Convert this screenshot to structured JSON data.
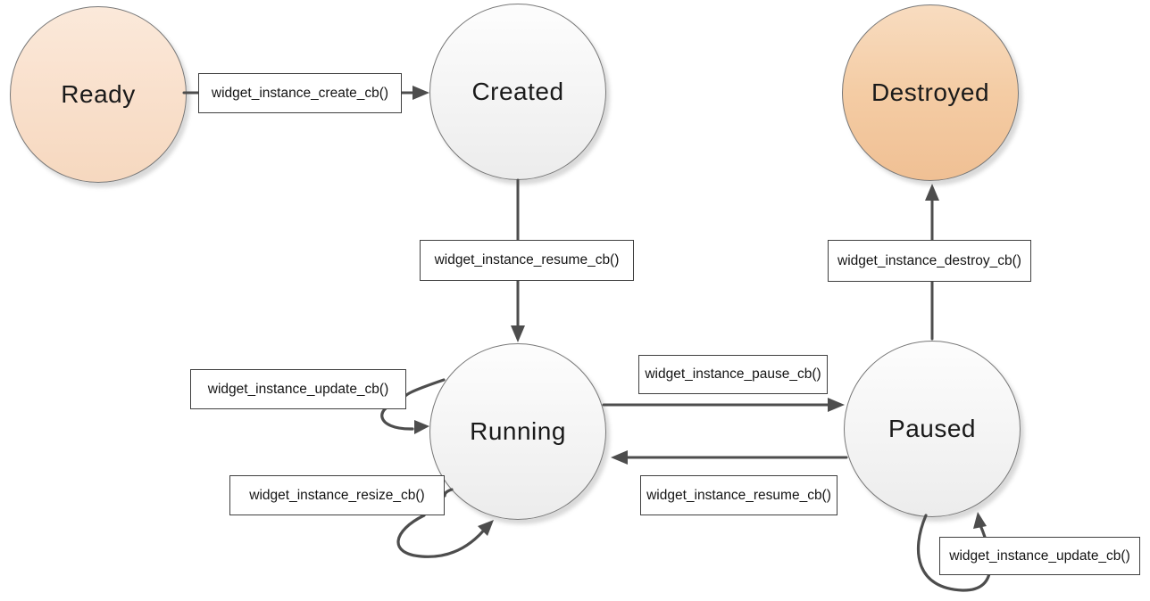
{
  "diagram": {
    "states": {
      "ready": {
        "label": "Ready",
        "kind": "start"
      },
      "created": {
        "label": "Created",
        "kind": "neutral"
      },
      "destroyed": {
        "label": "Destroyed",
        "kind": "end"
      },
      "running": {
        "label": "Running",
        "kind": "neutral"
      },
      "paused": {
        "label": "Paused",
        "kind": "neutral"
      }
    },
    "transitions": {
      "create": {
        "label": "widget_instance_create_cb()",
        "from": "Ready",
        "to": "Created"
      },
      "resume_created": {
        "label": "widget_instance_resume_cb()",
        "from": "Created",
        "to": "Running"
      },
      "update_running": {
        "label": "widget_instance_update_cb()",
        "from": "Running",
        "to": "Running"
      },
      "resize_running": {
        "label": "widget_instance_resize_cb()",
        "from": "Running",
        "to": "Running"
      },
      "pause": {
        "label": "widget_instance_pause_cb()",
        "from": "Running",
        "to": "Paused"
      },
      "resume_paused": {
        "label": "widget_instance_resume_cb()",
        "from": "Paused",
        "to": "Running"
      },
      "destroy": {
        "label": "widget_instance_destroy_cb()",
        "from": "Paused",
        "to": "Destroyed"
      },
      "update_paused": {
        "label": "widget_instance_update_cb()",
        "from": "Paused",
        "to": "Paused"
      }
    },
    "colors": {
      "start_state_fill_top": "#fbe9da",
      "start_state_fill_bottom": "#f6d8bf",
      "end_state_fill_top": "#f8dcc0",
      "end_state_fill_bottom": "#f0c094",
      "neutral_state_fill_top": "#fdfdfd",
      "neutral_state_fill_bottom": "#ececec",
      "arrow": "#4d4d4d",
      "box_border": "#3f3f3f",
      "state_border": "#777777"
    }
  }
}
